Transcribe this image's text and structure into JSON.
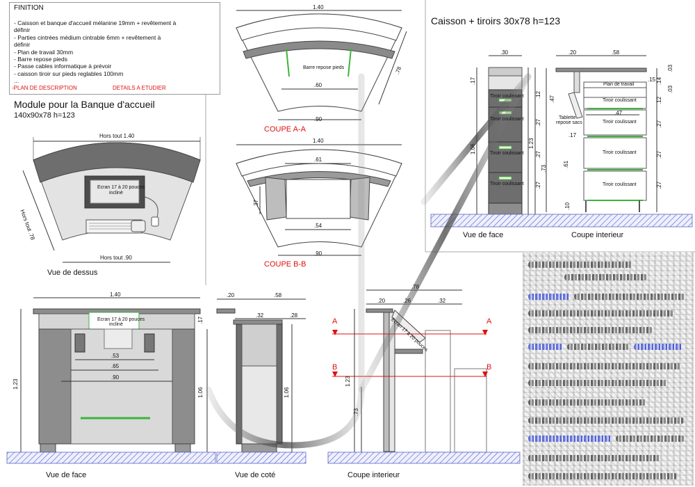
{
  "finition": {
    "title": "FINITION",
    "lines": [
      "- Caisson et banque d'accueil mélanine 19mm + revêtement à",
      "définir",
      "- Parties cintrées médium cintrable 6mm + revêtement à",
      "définir",
      "- Plan de travail 30mm",
      "- Barre repose pieds",
      "- Passe cables informatique à prévoir",
      "- caisson tiroir sur pieds reglables 100mm",
      "..."
    ],
    "plan_link": "-PLAN DE DESCRIPTION",
    "details_link": "DETAILS A ETUDIER"
  },
  "module": {
    "title": "Module pour la Banque d'accueil",
    "subtitle": "140x90x78 h=123"
  },
  "top_view": {
    "dim_top": "Hors tout 1.40",
    "dim_side": "Hors tout .78",
    "dim_bottom": "Hors tout .90",
    "screen_text_1": "Ecran 17 à 20 pouces",
    "screen_text_2": "inclinè",
    "caption": "Vue de dessus"
  },
  "coupe_aa": {
    "dim_top": "1.40",
    "dim_side": ".78",
    "inner_label": "Barre repose pieds",
    "dim_inner": ".60",
    "dim_bottom": ".90",
    "caption": "COUPE A-A"
  },
  "coupe_bb": {
    "dim_top": "1.40",
    "dim_inner_top": ".61",
    "dim_side": ".37",
    "dim_inner": ".54",
    "dim_bottom": ".90",
    "caption": "COUPE B-B"
  },
  "caisson": {
    "title": "Caisson + tiroirs 30x78 h=123",
    "face_dim_width": ".30",
    "face_dim_top": ".17",
    "face_dim_height": "1.06",
    "face_drawer_dims": [
      ".12",
      ".27",
      ".27",
      ".27"
    ],
    "face_dim_total": "1.23",
    "face_drawer_label": "Tiroir coulissant",
    "face_caption": "Vue de face",
    "int_dim_a": ".20",
    "int_dim_b": ".58",
    "int_dim_c": ".47",
    "int_dim_d": ".73",
    "int_dim_e": ".61",
    "int_dim_f": ".17",
    "int_dim_g": ".10",
    "int_dim_h": ".47",
    "int_dim_i": ".15",
    "int_dims_right": [
      ".03",
      ".14",
      ".03",
      ".12",
      ".27",
      ".27",
      ".27"
    ],
    "int_plan_label": "Plan de travail",
    "int_tablette_label_1": "Tablette",
    "int_tablette_label_2": "repose sacs",
    "int_drawer_label": "Tiroir coulissant",
    "int_caption": "Coupe interieur"
  },
  "front_view": {
    "dim_top": "1.40",
    "dim_17": ".17",
    "dim_53": ".53",
    "dim_65": ".65",
    "dim_90": ".90",
    "dim_height": "1.23",
    "dim_106": "1.06",
    "screen_text_1": "Ecran 17 à 20 pouces",
    "screen_text_2": "inclinè",
    "caption": "Vue de face"
  },
  "side_view": {
    "dim_20": ".20",
    "dim_58": ".58",
    "dim_32": ".32",
    "dim_28": ".28",
    "dim_106": "1.06",
    "caption": "Vue de coté"
  },
  "coupe_int": {
    "dim_78": ".78",
    "dim_20": ".20",
    "dim_26": ".26",
    "dim_32": ".32",
    "dim_123": "1.23",
    "dim_73": ".73",
    "screen_text": "Ecran 17 à 20 pouces",
    "marker_a": "A",
    "marker_b": "B",
    "caption": "Coupe interieur"
  },
  "colors": {
    "red": "#e01010",
    "green": "#3cb43c",
    "hatch_blue": "#5a63c8",
    "dark_gray": "#6e6e6e",
    "mid_gray": "#9a9a9a",
    "light_gray": "#d4d4d4"
  }
}
